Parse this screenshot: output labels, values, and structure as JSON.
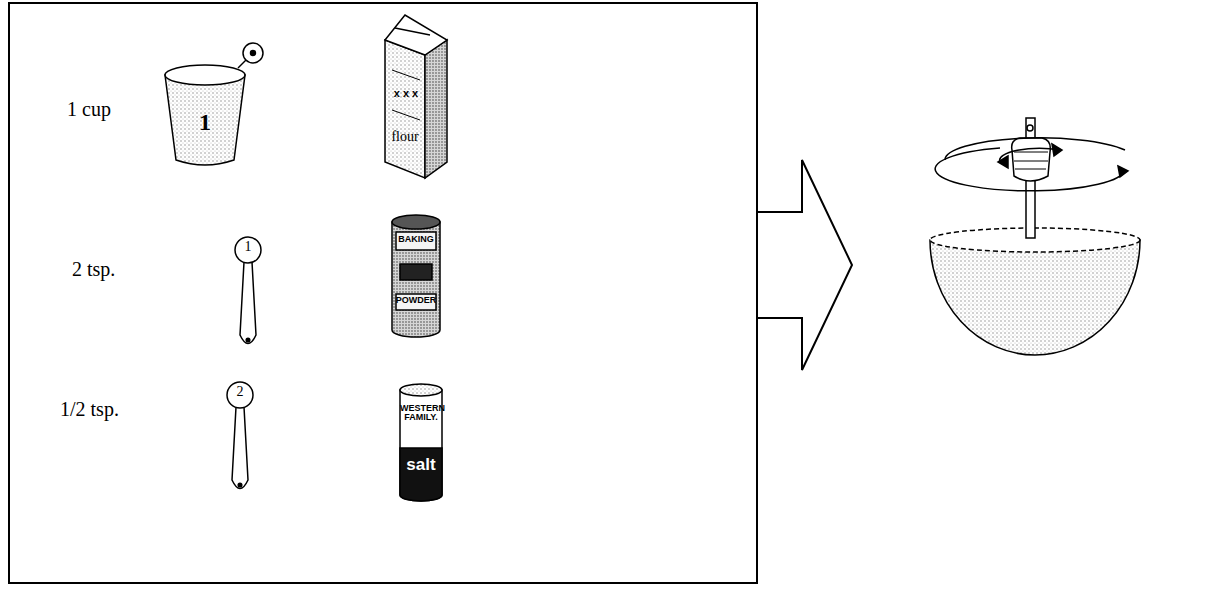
{
  "diagram": {
    "nodes": [
      {
        "text": [
          "1 cup",
          "2 tsp.",
          "1/2 tsp."
        ]
      }
    ],
    "labels": [
      "1",
      "x x x",
      "flour",
      "1",
      "BAKING",
      "POWDER",
      "2",
      "WESTERN FAMILY.",
      "salt"
    ]
  }
}
